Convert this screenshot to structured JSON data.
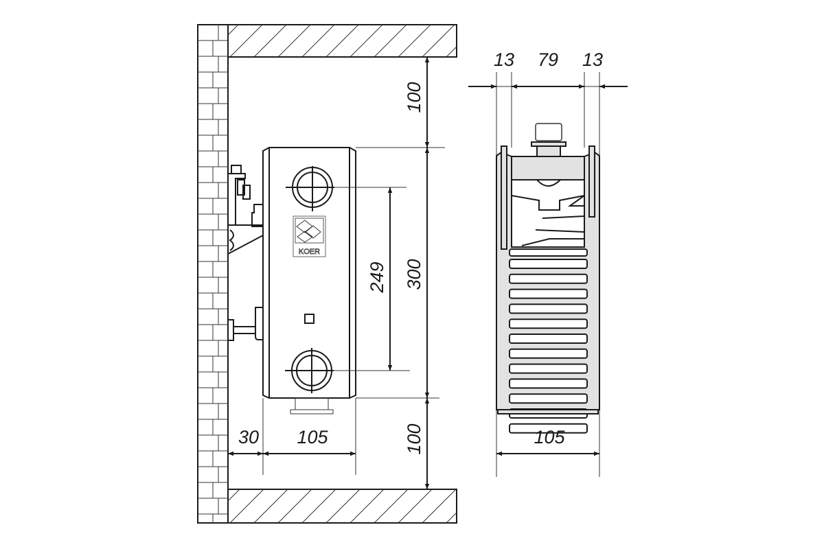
{
  "title": "Radiator installation dimensions",
  "side_view": {
    "dims": {
      "top_clearance": "100",
      "height": "300",
      "bottom_clearance": "100",
      "pipe_centers": "249",
      "wall_gap": "30",
      "depth": "105"
    },
    "logo_text": "KOER"
  },
  "front_view": {
    "dims": {
      "left_panel": "13",
      "middle": "79",
      "right_panel": "13",
      "total_width": "105"
    }
  },
  "colors": {
    "line": "#1a1a1a",
    "fill": "#e2e2e2"
  }
}
